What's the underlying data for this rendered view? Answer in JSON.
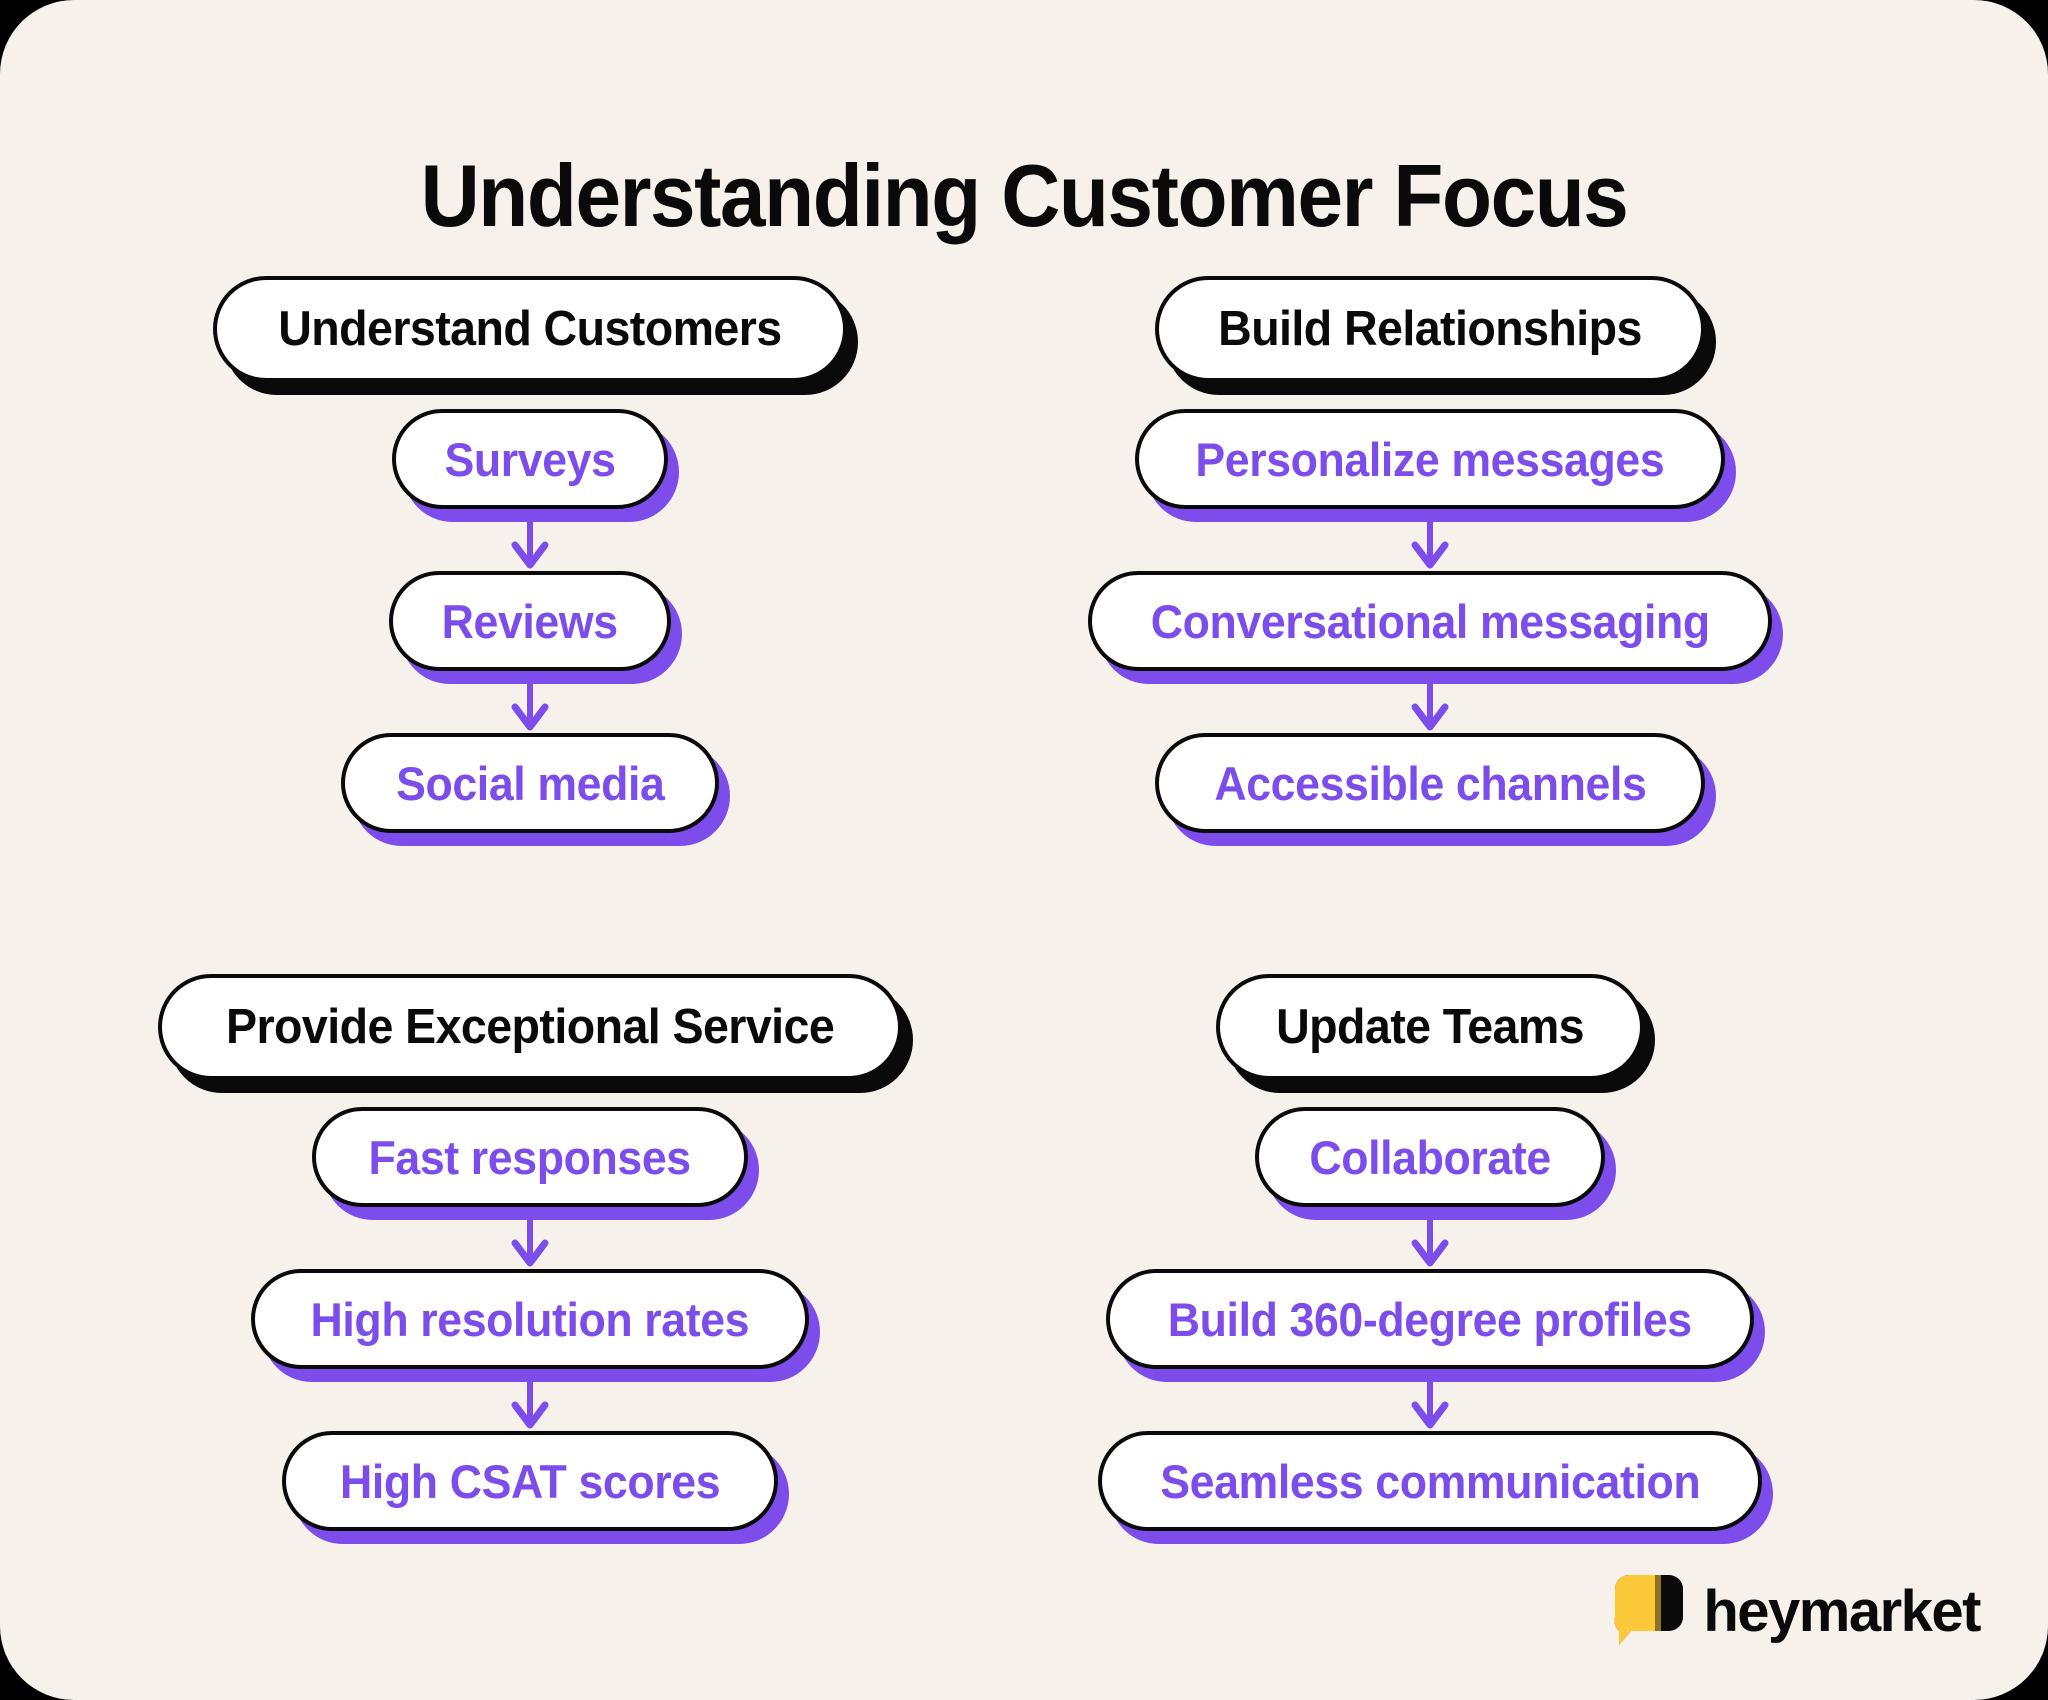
{
  "page": {
    "title": "Understanding Customer Focus",
    "background_color": "#f7f1eb",
    "accent_color": "#7c4deb",
    "ink_color": "#0a0a0a"
  },
  "clusters": [
    {
      "header": "Understand Customers",
      "items": [
        "Surveys",
        "Reviews",
        "Social media"
      ]
    },
    {
      "header": "Build Relationships",
      "items": [
        "Personalize messages",
        "Conversational messaging",
        "Accessible channels"
      ]
    },
    {
      "header": "Provide Exceptional Service",
      "items": [
        "Fast responses",
        "High resolution rates",
        "High CSAT scores"
      ]
    },
    {
      "header": "Update Teams",
      "items": [
        "Collaborate",
        "Build 360-degree profiles",
        "Seamless communication"
      ]
    }
  ],
  "logo": {
    "wordmark": "heymarket",
    "bubble_color": "#fcc93a",
    "bubble_shadow_color": "#0a0a0a"
  }
}
